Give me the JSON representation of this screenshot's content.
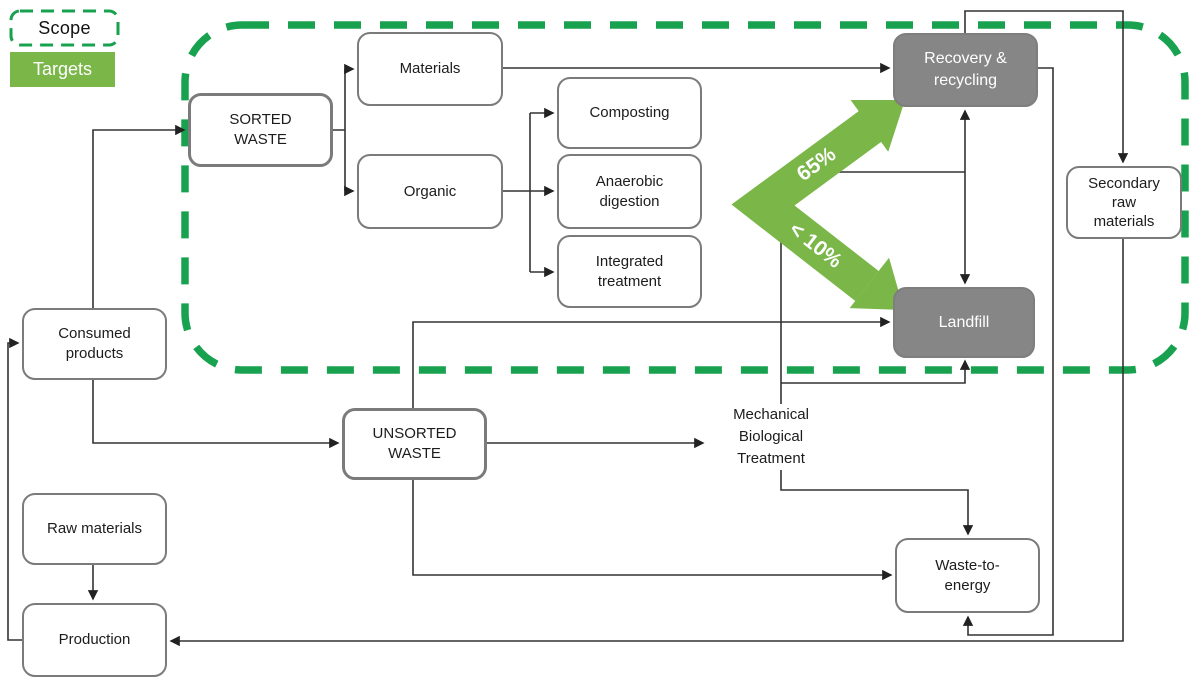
{
  "legend": {
    "scope": "Scope",
    "targets": "Targets"
  },
  "targets": {
    "recycling": "65%",
    "landfill": "< 10%"
  },
  "nodes": {
    "sorted_waste": "SORTED\nWASTE",
    "materials": "Materials",
    "organic": "Organic",
    "composting": "Composting",
    "anaerobic_digestion": "Anaerobic\ndigestion",
    "integrated_treatment": "Integrated\ntreatment",
    "recovery_recycling": "Recovery &\nrecycling",
    "landfill": "Landfill",
    "secondary_raw_materials": "Secondary\nraw\nmaterials",
    "consumed_products": "Consumed\nproducts",
    "unsorted_waste": "UNSORTED\nWASTE",
    "mechanical_biological_treatment": "Mechanical\nBiological\nTreatment",
    "raw_materials": "Raw materials",
    "production": "Production",
    "waste_to_energy": "Waste-to-\nenergy"
  },
  "colors": {
    "scope_green": "#18a24f",
    "target_green": "#7ab648",
    "dark_node": "#868686",
    "line": "#333333",
    "node_border": "#7b7b7b"
  }
}
